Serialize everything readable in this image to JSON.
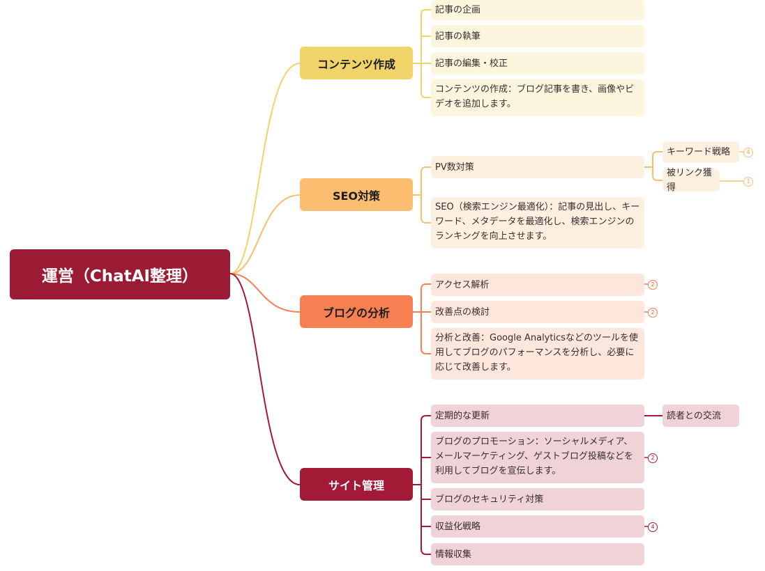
{
  "root": {
    "title": "運営（ChatAI整理）"
  },
  "branches": [
    {
      "title": "コンテンツ作成",
      "color": "#f0d46a",
      "leaf_bg": "#fdf6de",
      "items": [
        {
          "text": "記事の企画"
        },
        {
          "text": "記事の執筆"
        },
        {
          "text": "記事の編集・校正"
        },
        {
          "text": "コンテンツの作成：ブログ記事を書き、画像やビデオを追加します。"
        }
      ]
    },
    {
      "title": "SEO対策",
      "color": "#fbbd6f",
      "leaf_bg": "#fdf0e1",
      "items": [
        {
          "text": "PV数対策",
          "children": [
            {
              "text": "キーワード戦略",
              "badge": "4"
            },
            {
              "text": "被リンク獲得",
              "badge": "1"
            }
          ]
        },
        {
          "text": "SEO（検索エンジン最適化）：記事の見出し、キーワード、メタデータを最適化し、検索エンジンのランキングを向上させます。"
        }
      ]
    },
    {
      "title": "ブログの分析",
      "color": "#f68052",
      "leaf_bg": "#fde6dc",
      "items": [
        {
          "text": "アクセス解析",
          "badge": "2"
        },
        {
          "text": "改善点の検討",
          "badge": "2"
        },
        {
          "text": "分析と改善：Google Analyticsなどのツールを使用してブログのパフォーマンスを分析し、必要に応じて改善します。"
        }
      ]
    },
    {
      "title": "サイト管理",
      "color": "#a31a37",
      "leaf_bg": "#efd3d8",
      "items": [
        {
          "text": "定期的な更新",
          "children": [
            {
              "text": "読者との交流"
            }
          ]
        },
        {
          "text": "ブログのプロモーション：ソーシャルメディア、メールマーケティング、ゲストブログ投稿などを利用してブログを宣伝します。",
          "badge": "2"
        },
        {
          "text": "ブログのセキュリティ対策"
        },
        {
          "text": "収益化戦略",
          "badge": "4"
        },
        {
          "text": "情報収集"
        }
      ]
    }
  ]
}
